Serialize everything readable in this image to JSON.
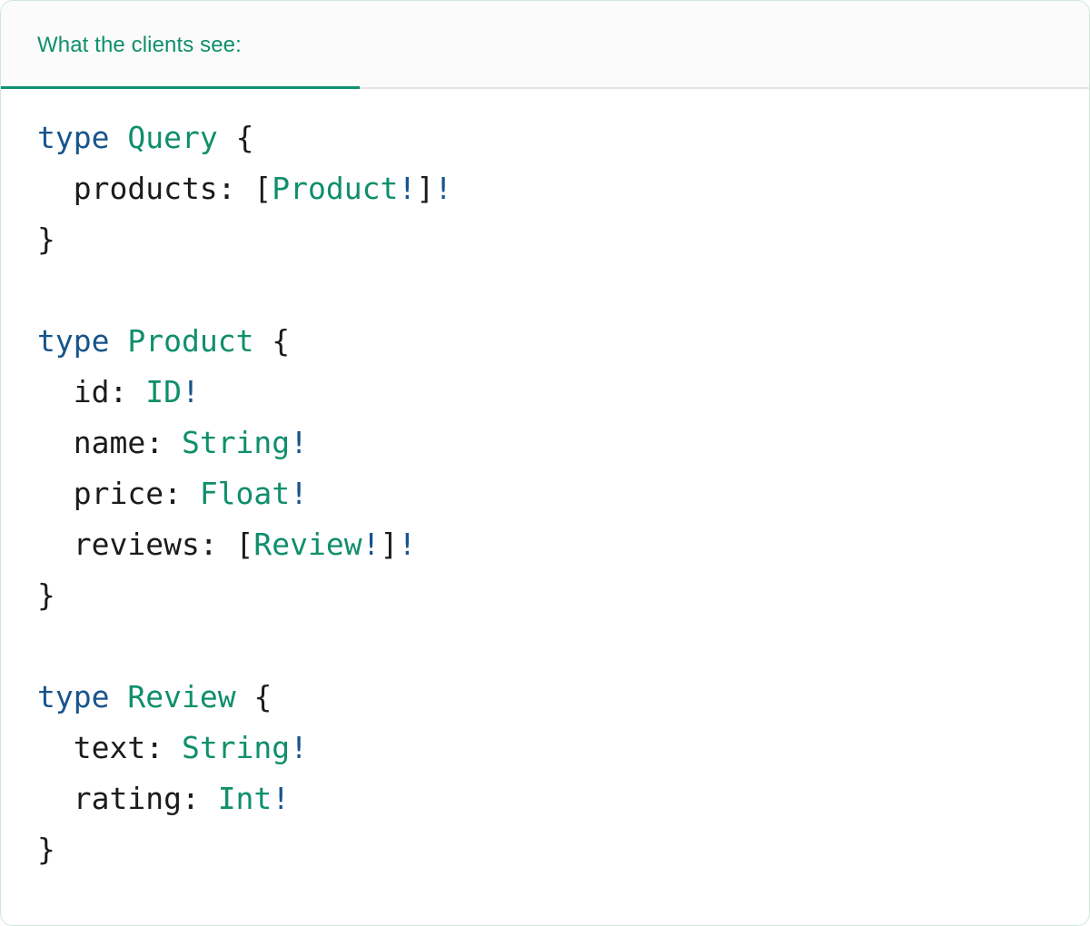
{
  "panel": {
    "accent_teal": "#0f8f6b",
    "accent_blue": "#17548c",
    "header_bg": "#fbfbfb",
    "body_bg": "#ffffff",
    "border": "#cfe5da",
    "divider": "#e4e4e4"
  },
  "tabs": [
    {
      "label": "What the clients see:",
      "active": true
    }
  ],
  "code": {
    "language": "graphql",
    "lines": [
      {
        "tokens": [
          {
            "t": "type",
            "c": "kw"
          },
          {
            "t": " ",
            "c": "punct"
          },
          {
            "t": "Query",
            "c": "type"
          },
          {
            "t": " {",
            "c": "punct"
          }
        ]
      },
      {
        "tokens": [
          {
            "t": "  products: [",
            "c": "punct"
          },
          {
            "t": "Product",
            "c": "type"
          },
          {
            "t": "!",
            "c": "bang"
          },
          {
            "t": "]",
            "c": "punct"
          },
          {
            "t": "!",
            "c": "bang"
          }
        ]
      },
      {
        "tokens": [
          {
            "t": "}",
            "c": "punct"
          }
        ]
      },
      {
        "tokens": []
      },
      {
        "tokens": [
          {
            "t": "type",
            "c": "kw"
          },
          {
            "t": " ",
            "c": "punct"
          },
          {
            "t": "Product",
            "c": "type"
          },
          {
            "t": " {",
            "c": "punct"
          }
        ]
      },
      {
        "tokens": [
          {
            "t": "  id: ",
            "c": "punct"
          },
          {
            "t": "ID",
            "c": "type"
          },
          {
            "t": "!",
            "c": "bang"
          }
        ]
      },
      {
        "tokens": [
          {
            "t": "  name: ",
            "c": "punct"
          },
          {
            "t": "String",
            "c": "type"
          },
          {
            "t": "!",
            "c": "bang"
          }
        ]
      },
      {
        "tokens": [
          {
            "t": "  price: ",
            "c": "punct"
          },
          {
            "t": "Float",
            "c": "type"
          },
          {
            "t": "!",
            "c": "bang"
          }
        ]
      },
      {
        "tokens": [
          {
            "t": "  reviews: [",
            "c": "punct"
          },
          {
            "t": "Review",
            "c": "type"
          },
          {
            "t": "!",
            "c": "bang"
          },
          {
            "t": "]",
            "c": "punct"
          },
          {
            "t": "!",
            "c": "bang"
          }
        ]
      },
      {
        "tokens": [
          {
            "t": "}",
            "c": "punct"
          }
        ]
      },
      {
        "tokens": []
      },
      {
        "tokens": [
          {
            "t": "type",
            "c": "kw"
          },
          {
            "t": " ",
            "c": "punct"
          },
          {
            "t": "Review",
            "c": "type"
          },
          {
            "t": " {",
            "c": "punct"
          }
        ]
      },
      {
        "tokens": [
          {
            "t": "  text: ",
            "c": "punct"
          },
          {
            "t": "String",
            "c": "type"
          },
          {
            "t": "!",
            "c": "bang"
          }
        ]
      },
      {
        "tokens": [
          {
            "t": "  rating: ",
            "c": "punct"
          },
          {
            "t": "Int",
            "c": "type"
          },
          {
            "t": "!",
            "c": "bang"
          }
        ]
      },
      {
        "tokens": [
          {
            "t": "}",
            "c": "punct"
          }
        ]
      }
    ],
    "plain_text": "type Query {\n  products: [Product!]!\n}\n\ntype Product {\n  id: ID!\n  name: String!\n  price: Float!\n  reviews: [Review!]!\n}\n\ntype Review {\n  text: String!\n  rating: Int!\n}"
  }
}
